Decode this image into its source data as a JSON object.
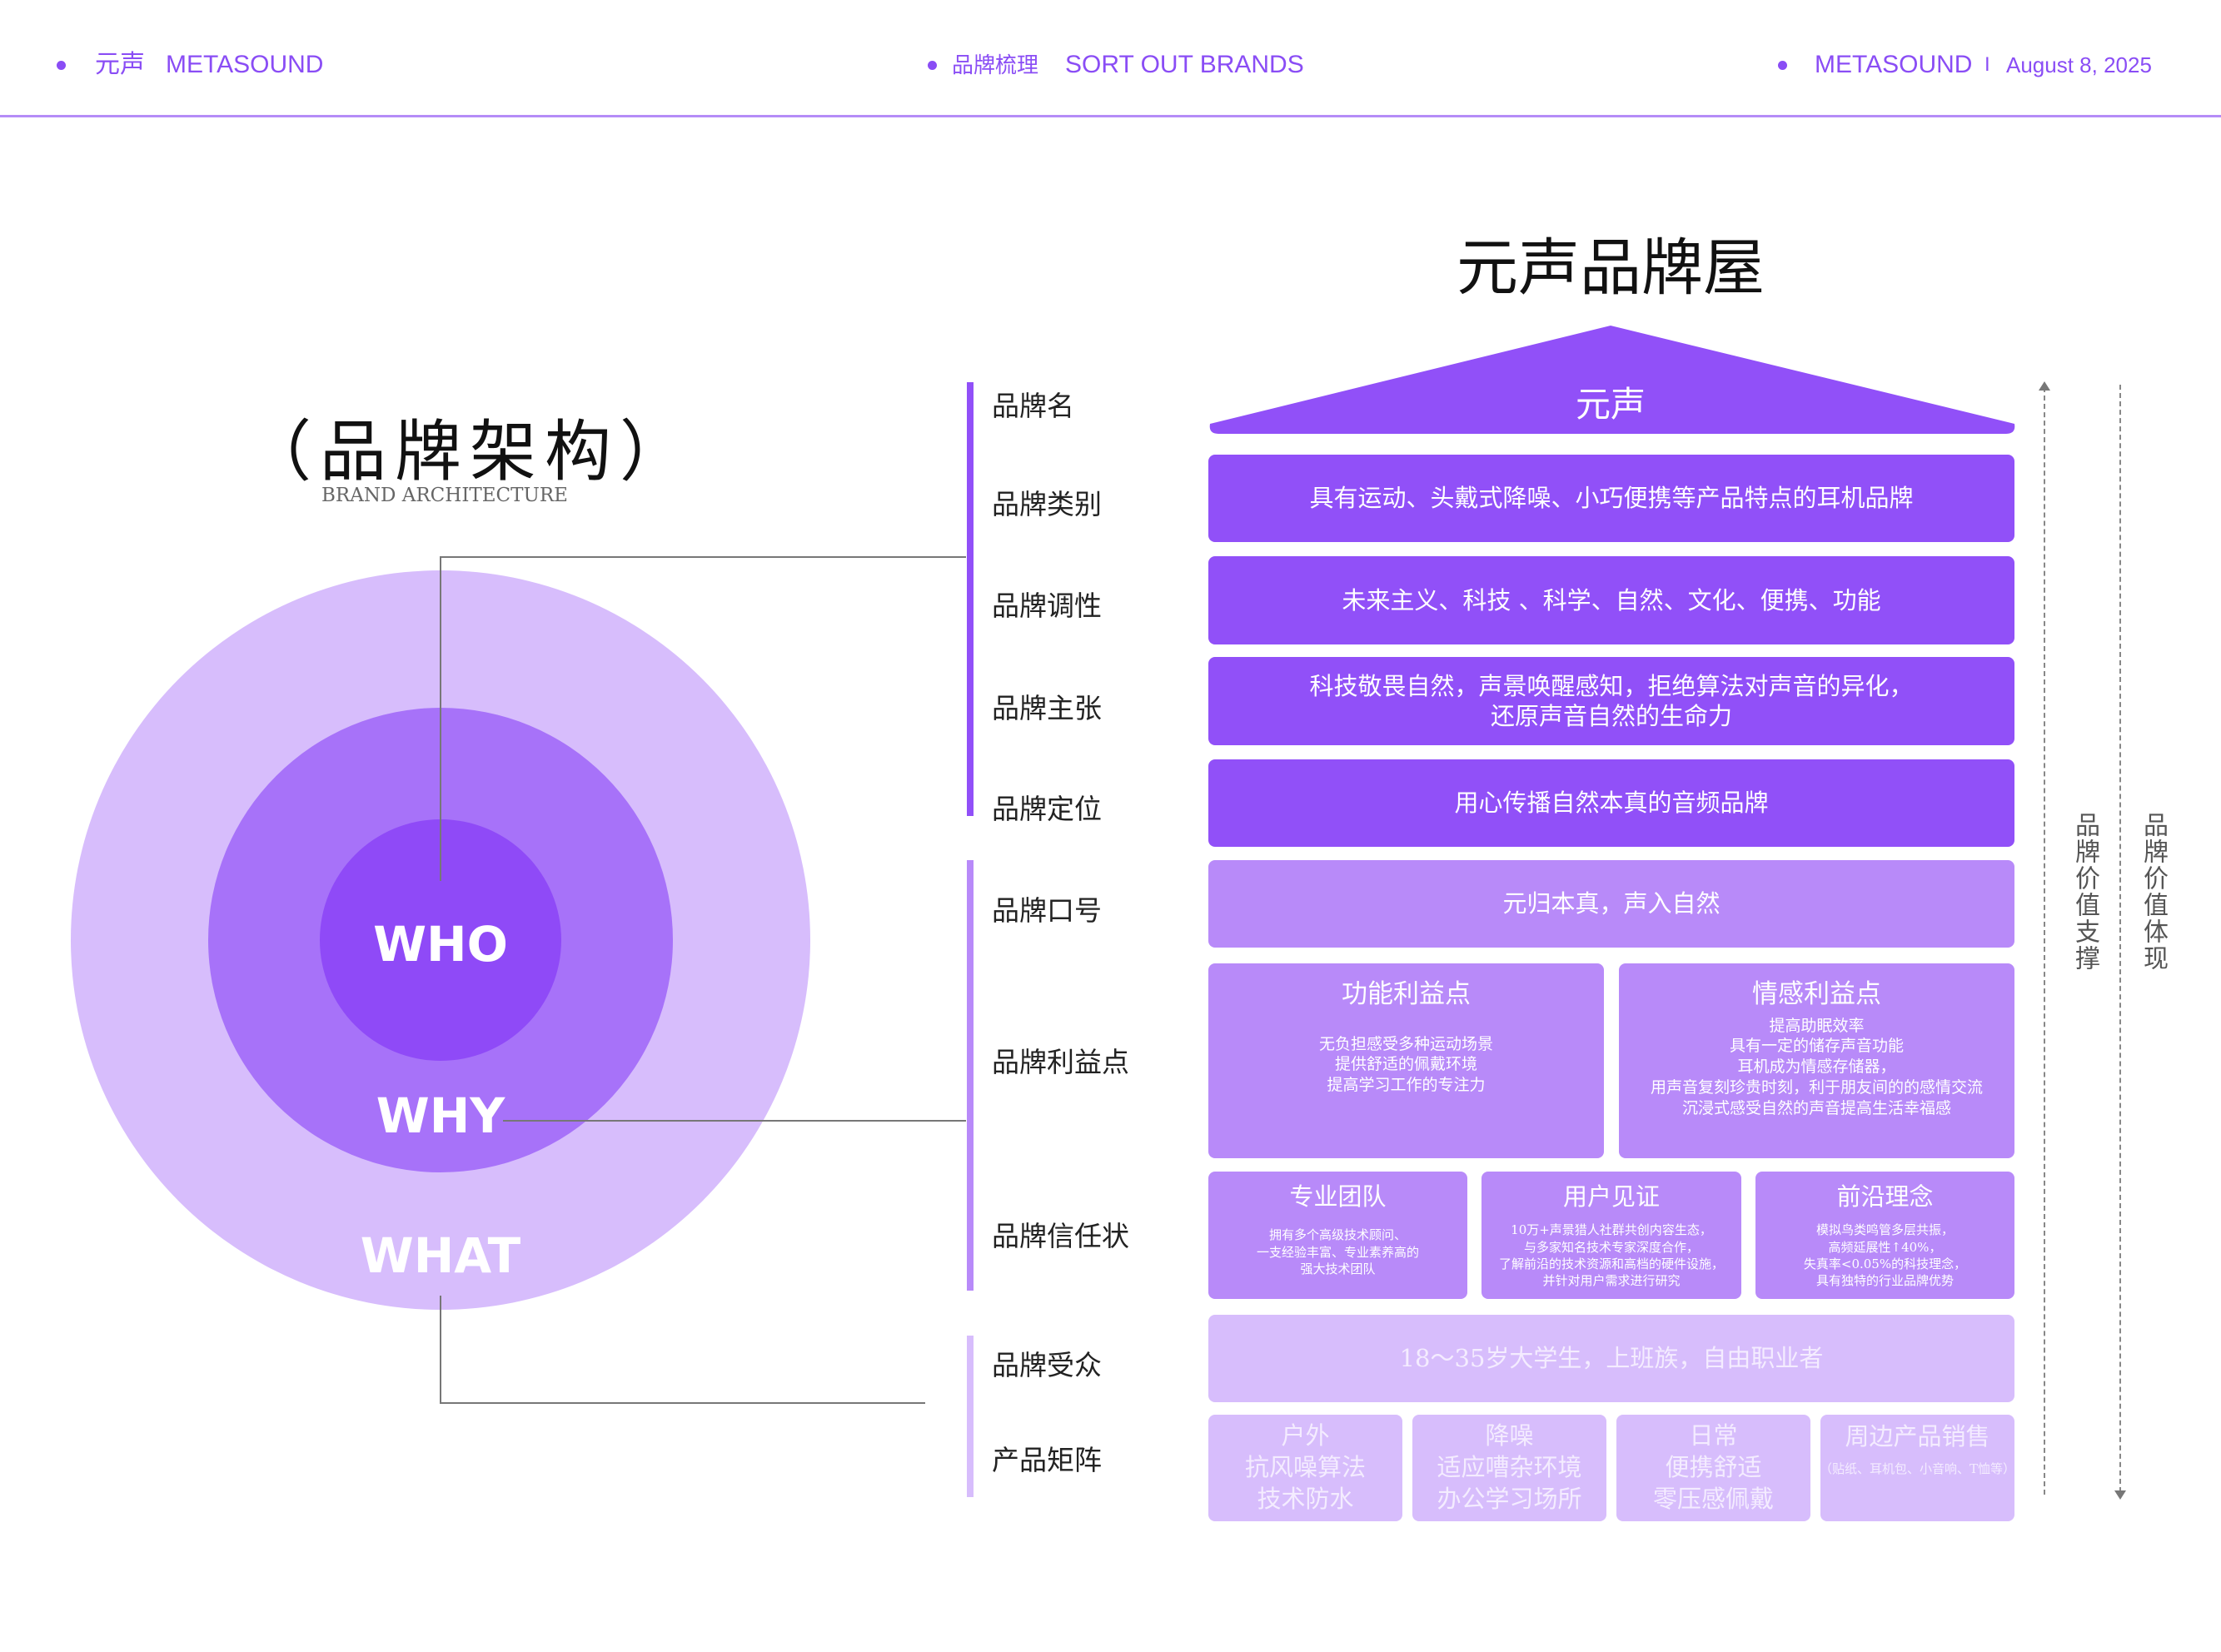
{
  "header": {
    "left_cn": "元声",
    "left_en": "METASOUND",
    "mid_cn": "品牌梳理",
    "mid_en": "SORT OUT BRANDS",
    "right_brand": "METASOUND",
    "right_sep": "I",
    "right_date": "August 8, 2025"
  },
  "architecture": {
    "title": "（品牌架构）",
    "subtitle": "BRAND ARCHITECTURE",
    "who": "WHO",
    "why": "WHY",
    "what": "WHAT"
  },
  "house": {
    "title": "元声品牌屋",
    "roof": "元声",
    "labels": [
      "品牌名",
      "品牌类别",
      "品牌调性",
      "品牌主张",
      "品牌定位",
      "品牌口号",
      "品牌利益点",
      "品牌信任状",
      "品牌受众",
      "产品矩阵"
    ],
    "category": "具有运动、头戴式降噪、小巧便携等产品特点的耳机品牌",
    "tone": "未来主义、科技 、科学、自然、文化、便携、功能",
    "claim": [
      "科技敬畏自然，声景唤醒感知，拒绝算法对声音的异化，",
      "还原声音自然的生命力"
    ],
    "positioning": "用心传播自然本真的音频品牌",
    "slogan": "元归本真，声入自然",
    "benefits": [
      {
        "title": "功能利益点",
        "lines": [
          "无负担感受多种运动场景",
          "提供舒适的佩戴环境",
          "提高学习工作的专注力"
        ]
      },
      {
        "title": "情感利益点",
        "lines": [
          "提高助眠效率",
          "具有一定的储存声音功能",
          "耳机成为情感存储器，",
          "用声音复刻珍贵时刻，利于朋友间的的感情交流",
          "沉浸式感受自然的声音提高生活幸福感"
        ]
      }
    ],
    "trust": [
      {
        "title": "专业团队",
        "lines": [
          "拥有多个高级技术顾问、",
          "一支经验丰富、专业素养高的",
          "强大技术团队"
        ]
      },
      {
        "title": "用户见证",
        "lines": [
          "10万+声景猎人社群共创内容生态，",
          "与多家知名技术专家深度合作，",
          "了解前沿的技术资源和高档的硬件设施，",
          "并针对用户需求进行研究"
        ]
      },
      {
        "title": "前沿理念",
        "lines": [
          "模拟鸟类鸣管多层共振，",
          "高频延展性↑40%，",
          "失真率<0.05%的科技理念，",
          "具有独特的行业品牌优势"
        ]
      }
    ],
    "audience": "18～35岁大学生，上班族，自由职业者",
    "products": [
      {
        "title": "户外",
        "lines": [
          "抗风噪算法",
          "技术防水"
        ]
      },
      {
        "title": "降噪",
        "lines": [
          "适应嘈杂环境",
          "办公学习场所"
        ]
      },
      {
        "title": "日常",
        "lines": [
          "便携舒适",
          "零压感佩戴"
        ]
      },
      {
        "title": "周边产品销售",
        "lines": [
          "（贴纸、耳机包、小音响、T恤等）"
        ]
      }
    ],
    "axis_support": "品牌价值支撑",
    "axis_value": "品牌价值体现"
  },
  "colors": {
    "accent": "#9150f8",
    "mid": "#b88af9",
    "light": "#d7bdfc"
  }
}
